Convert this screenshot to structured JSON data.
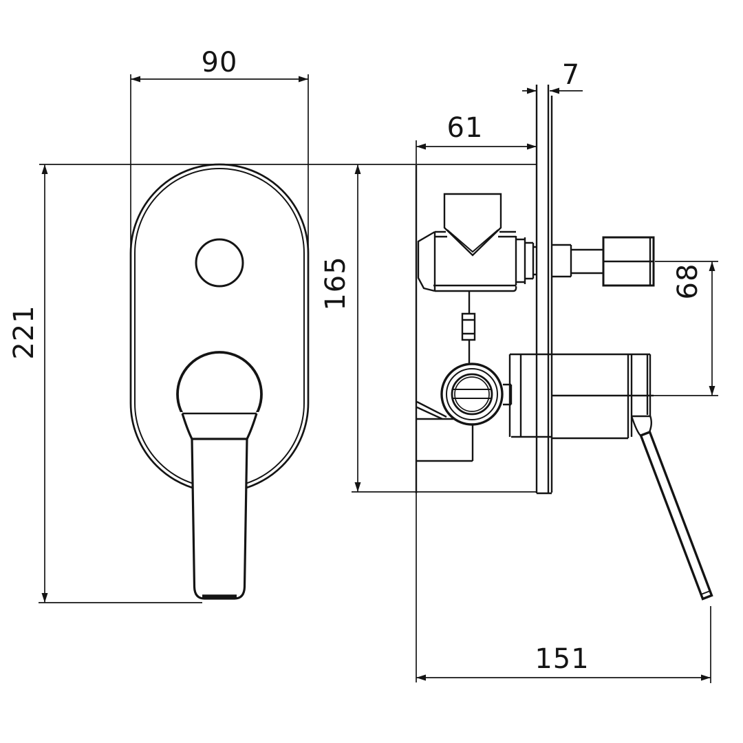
{
  "drawing": {
    "kind": "bath-shower-mixer-technical-drawing",
    "views": [
      "front-elevation",
      "side-section"
    ]
  },
  "dimensions": {
    "front_width": "90",
    "front_height": "221",
    "body_depth": "61",
    "plate_thickness": "7",
    "plate_height": "165",
    "handle_drop": "68",
    "total_depth": "151"
  },
  "colors": {
    "line": "#141414",
    "background": "#ffffff"
  }
}
